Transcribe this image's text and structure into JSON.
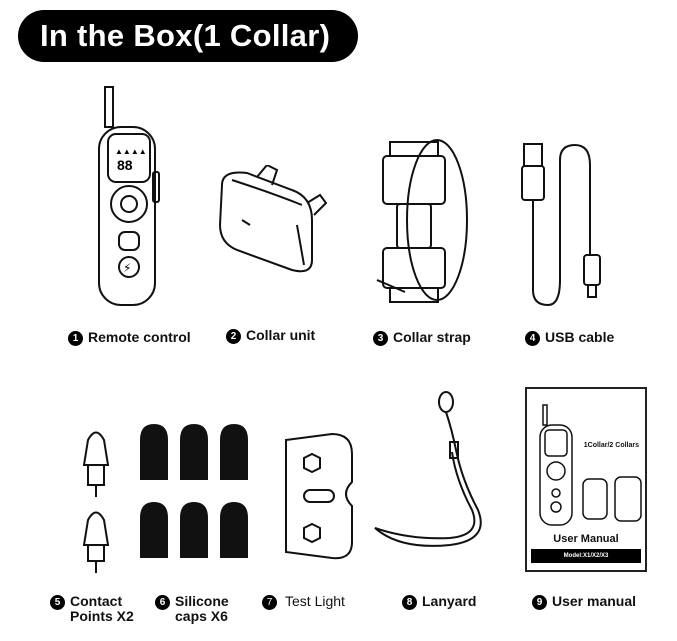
{
  "title": "In the Box(1 Collar)",
  "items": [
    {
      "num": "1",
      "label": "Remote control",
      "icon": "remote-control-icon"
    },
    {
      "num": "2",
      "label": "Collar unit",
      "icon": "collar-unit-icon"
    },
    {
      "num": "3",
      "label": "Collar strap",
      "icon": "collar-strap-icon"
    },
    {
      "num": "4",
      "label": "USB cable",
      "icon": "usb-cable-icon"
    },
    {
      "num": "5",
      "label": "Contact",
      "label2": "Points X2",
      "icon": "contact-points-icon"
    },
    {
      "num": "6",
      "label": "Silicone",
      "label2": "caps X6",
      "icon": "silicone-caps-icon"
    },
    {
      "num": "7",
      "label": "Test Light",
      "icon": "test-light-icon"
    },
    {
      "num": "8",
      "label": "Lanyard",
      "icon": "lanyard-icon"
    },
    {
      "num": "9",
      "label": "User manual",
      "icon": "user-manual-icon"
    }
  ],
  "manual": {
    "brand": "1Collar/2 Collars",
    "title": "User Manual",
    "model": "Model:X1/X2/X3"
  }
}
